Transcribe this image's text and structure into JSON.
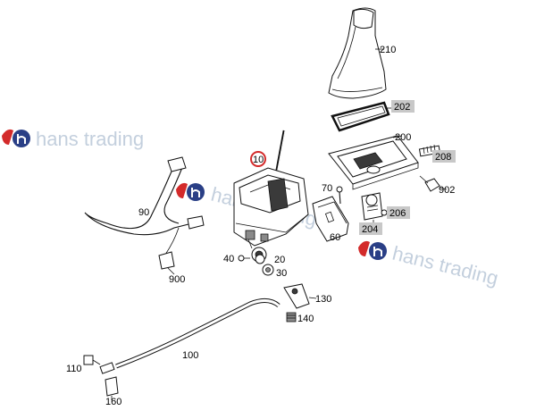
{
  "watermark": {
    "text": "hans trading",
    "colors": {
      "text": "#b9c7d8",
      "logo_red": "#d32a2a",
      "logo_blue": "#2a3f86"
    }
  },
  "highlight_color": "#d32a2a",
  "tag_color": "#c8c8c8",
  "labels": {
    "p10": "10",
    "p20": "20",
    "p30": "30",
    "p40": "40",
    "p60": "60",
    "p70": "70",
    "p90": "90",
    "p100": "100",
    "p110": "110",
    "p130": "130",
    "p140": "140",
    "p160": "160",
    "p200": "200",
    "p202": "202",
    "p204": "204",
    "p206": "206",
    "p208": "208",
    "p210": "210",
    "p900": "900",
    "p902": "902"
  }
}
